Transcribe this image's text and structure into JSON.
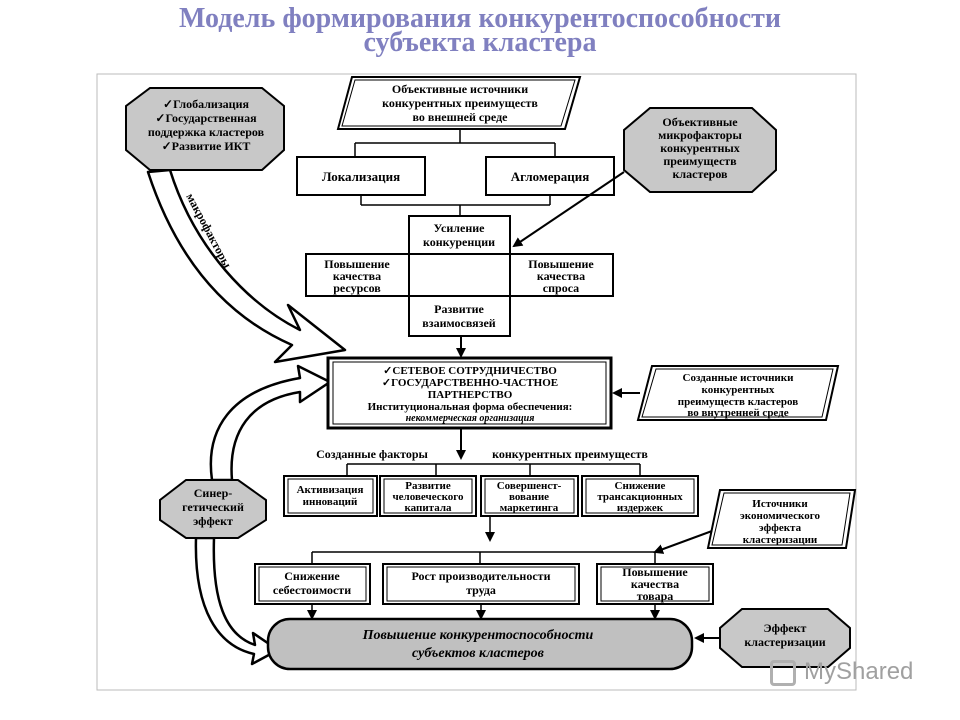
{
  "title": {
    "line1": "Модель формирования конкурентоспособности",
    "line2": "субъекта кластера"
  },
  "macro_block": {
    "items": [
      "✓Глобализация",
      "✓Государственная",
      "поддержка кластеров",
      "✓Развитие ИКТ"
    ]
  },
  "macro_arrow_label": "макрофакторы",
  "objective_sources": {
    "lines": [
      "Объективные источники",
      "конкурентных преимуществ",
      "во внешней среде"
    ]
  },
  "micro_factors": {
    "lines": [
      "Объективные",
      "микрофакторы",
      "конкурентных",
      "преимуществ",
      "кластеров"
    ]
  },
  "localization": "Локализация",
  "agglomeration": "Агломерация",
  "competition": {
    "lines": [
      "Усиление",
      "конкуренции"
    ]
  },
  "resources_quality": {
    "lines": [
      "Повышение",
      "качества",
      "ресурсов"
    ]
  },
  "demand_quality": {
    "lines": [
      "Повышение",
      "качества",
      "спроса"
    ]
  },
  "relations": {
    "lines": [
      "Развитие",
      "взаимосвязей"
    ]
  },
  "network_box": {
    "line1": "✓СЕТЕВОЕ СОТРУДНИЧЕСТВО",
    "line2": "✓ГОСУДАРСТВЕННО-ЧАСТНОЕ",
    "line3": "ПАРТНЕРСТВО",
    "line4": "Институциональная форма обеспечения:",
    "line5": "некоммерческая организация"
  },
  "internal_sources": {
    "lines": [
      "Созданные источники",
      "конкурентных",
      "преимуществ кластеров",
      "во внутренней среде"
    ]
  },
  "created_factors": {
    "left": "Созданные факторы",
    "right": "конкурентных преимуществ"
  },
  "factor_boxes": [
    {
      "lines": [
        "Активизация",
        "инноваций"
      ]
    },
    {
      "lines": [
        "Развитие",
        "человеческого",
        "капитала"
      ]
    },
    {
      "lines": [
        "Совершенст-",
        "вование",
        "маркетинга"
      ]
    },
    {
      "lines": [
        "Снижение",
        "трансакционных",
        "издержек"
      ]
    }
  ],
  "synergy": {
    "lines": [
      "Синер-",
      "гетический",
      "эффект"
    ]
  },
  "economic_sources": {
    "lines": [
      "Источники",
      "экономического",
      "эффекта",
      "кластеризации"
    ]
  },
  "results": [
    {
      "lines": [
        "Снижение",
        "себестоимости"
      ]
    },
    {
      "lines": [
        "Рост производительности",
        "труда"
      ]
    },
    {
      "lines": [
        "Повышение",
        "качества",
        "товара"
      ]
    }
  ],
  "final_box": {
    "lines": [
      "Повышение конкурентоспособности",
      "субъектов кластеров"
    ]
  },
  "cluster_effect": {
    "lines": [
      "Эффект",
      "кластеризации"
    ]
  },
  "watermark": "MyShared",
  "colors": {
    "title": "#8080c0",
    "octagon_fill": "#c8c8c8",
    "final_fill": "#c0c0c0"
  }
}
